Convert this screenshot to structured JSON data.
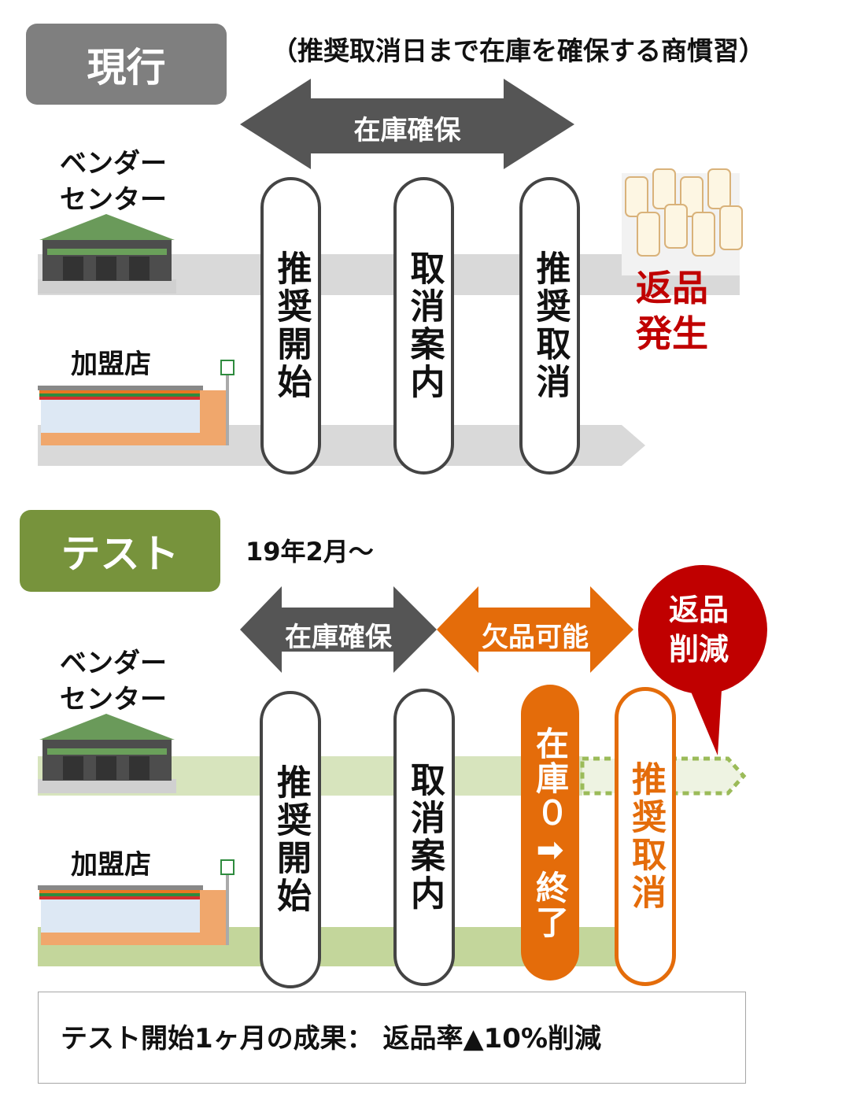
{
  "current": {
    "tag": "現行",
    "note": "（推奨取消日まで在庫を確保する商慣習）",
    "arrow": "在庫確保",
    "vendor": [
      "ベンダー",
      "センター"
    ],
    "store": "加盟店",
    "pills": [
      "推奨開始",
      "取消案内",
      "推奨取消"
    ],
    "result": [
      "返品",
      "発生"
    ]
  },
  "test": {
    "tag": "テスト",
    "date": "19年2月～",
    "arrow1": "在庫確保",
    "arrow2": "欠品可能",
    "bubble": [
      "返品",
      "削減"
    ],
    "vendor": [
      "ベンダー",
      "センター"
    ],
    "store": "加盟店",
    "pills": [
      "推奨開始",
      "取消案内",
      "在庫０➡終了",
      "推奨取消"
    ]
  },
  "summary": "テスト開始1ヶ月の成果：  返品率▲10%削減",
  "colors": {
    "gray_tag": "#7f7f7f",
    "green_tag": "#77933c",
    "orange": "#e46c0a",
    "red": "#c00000",
    "dark": "#555555"
  }
}
